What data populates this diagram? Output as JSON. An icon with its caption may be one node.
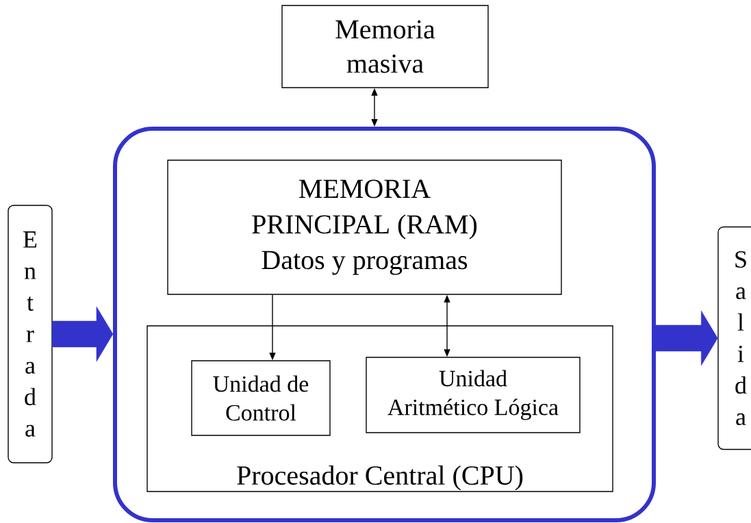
{
  "diagram": {
    "nodes": [
      {
        "text": [
          "Memoria masiva"
        ]
      },
      {
        "text": [],
        "shape": "box"
      },
      {
        "text": [
          "E n t r a d a"
        ]
      },
      {
        "text": [
          "MEMORIA PRINCIPAL (RAM)",
          "Datos y programas"
        ],
        "in": 1
      },
      {
        "text": [
          "Procesador Central (CPU)"
        ],
        "in": 1
      },
      {
        "text": [
          "Unidad de Control"
        ],
        "in": 4
      },
      {
        "text": [
          "Unidad Aritmético Lógica"
        ],
        "in": 4
      },
      {
        "text": [
          "S a l i d a"
        ]
      }
    ],
    "edges": [
      {
        "from": 0,
        "to": 1,
        "arrow": "both"
      },
      {
        "from": 2,
        "to": 1,
        "arrow": "to",
        "style": "thick",
        "color": "#3333cc"
      },
      {
        "from": 1,
        "to": 7,
        "arrow": "to",
        "style": "thick",
        "color": "#3333cc"
      },
      {
        "from": 3,
        "to": 5,
        "arrow": "to"
      },
      {
        "from": 3,
        "to": 6,
        "arrow": "both"
      }
    ]
  }
}
